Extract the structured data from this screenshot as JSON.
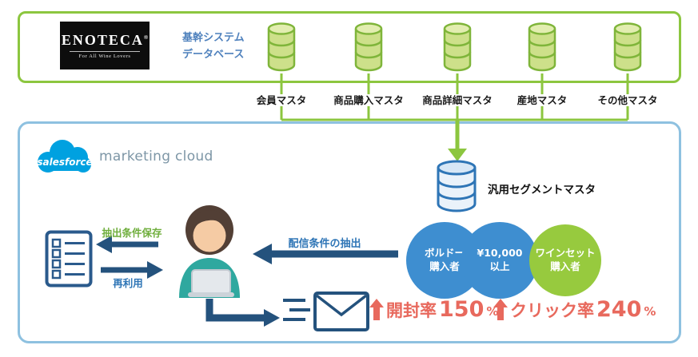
{
  "top_section": {
    "logo": {
      "brand": "ENOTECA",
      "mark": "®",
      "tagline": "For All Wine Lovers"
    },
    "system_label_line1": "基幹システム",
    "system_label_line2": "データベース",
    "databases": [
      {
        "label": "会員マスタ"
      },
      {
        "label": "商品購入マスタ"
      },
      {
        "label": "商品詳細マスタ"
      },
      {
        "label": "産地マスタ"
      },
      {
        "label": "その他マスタ"
      }
    ]
  },
  "bottom_section": {
    "salesforce": {
      "logo_text": "salesforce",
      "product": "marketing cloud"
    },
    "segment_db_label": "汎用セグメントマスタ",
    "labels": {
      "save_condition": "抽出条件保存",
      "reuse": "再利用",
      "extract_condition": "配信条件の抽出"
    },
    "venn": [
      {
        "line1": "ボルドー",
        "line2": "購入者",
        "color": "#3e8ed0"
      },
      {
        "line1": "¥10,000",
        "line2": "以上",
        "color": "#3e8ed0"
      },
      {
        "line1": "ワインセット",
        "line2": "購入者",
        "color": "#97ca3e"
      }
    ],
    "metrics": [
      {
        "label": "開封率",
        "value": "150",
        "unit": "%"
      },
      {
        "label": "クリック率",
        "value": "240",
        "unit": "%"
      }
    ]
  },
  "icons": [
    "database-icon",
    "segment-database-icon",
    "salesforce-cloud-icon",
    "person-at-laptop-icon",
    "document-list-icon",
    "envelope-icon",
    "up-arrow-icon",
    "flow-arrow"
  ],
  "colors": {
    "outline_green": "#8cc63f",
    "outline_blue": "#8ec1e0",
    "arrow_navy": "#24527d",
    "venn_blue": "#3e8ed0",
    "venn_green": "#97ca3e",
    "metric_red": "#e8695d",
    "salesforce_blue": "#00a1e0",
    "system_label_blue": "#4f81bd",
    "save_label_green": "#6fae3c",
    "flow_label_blue": "#2e75b6"
  }
}
